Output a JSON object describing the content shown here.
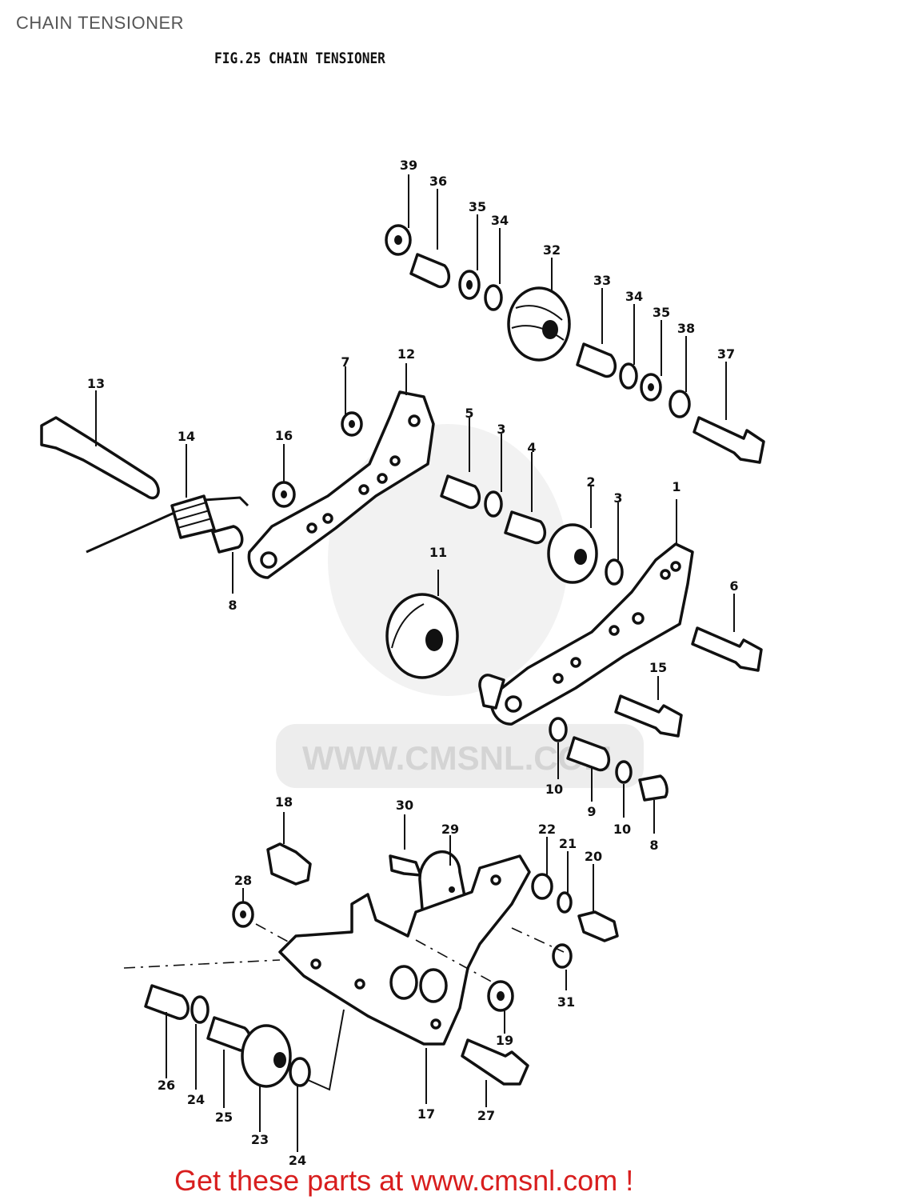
{
  "page_title": "CHAIN TENSIONER",
  "figure_title": "FIG.25  CHAIN TENSIONER",
  "watermark_text": "WWW.CMSNL.COM",
  "footer_text": "Get these parts at www.cmsnl.com !",
  "colors": {
    "footer": "#d81e1e",
    "line": "#111111",
    "title": "#555555"
  },
  "callouts": [
    "39",
    "36",
    "35",
    "34",
    "32",
    "33",
    "34",
    "35",
    "38",
    "37",
    "13",
    "14",
    "16",
    "7",
    "12",
    "8",
    "5",
    "3",
    "4",
    "2",
    "3",
    "1",
    "11",
    "6",
    "15",
    "10",
    "9",
    "10",
    "8",
    "18",
    "30",
    "29",
    "22",
    "21",
    "20",
    "28",
    "31",
    "19",
    "26",
    "24",
    "25",
    "23",
    "24",
    "17",
    "27"
  ]
}
